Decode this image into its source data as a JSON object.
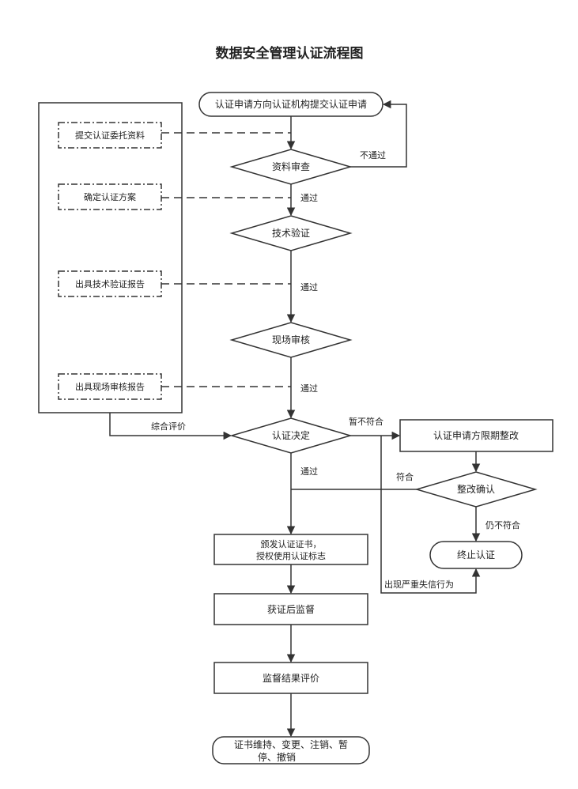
{
  "title": "数据安全管理认证流程图",
  "nodes": {
    "submit_application": "认证申请方向认证机构提交认证申请",
    "material_review": "资料审查",
    "tech_verification": "技术验证",
    "onsite_audit": "现场审核",
    "cert_decision": "认证决定",
    "rectify": "认证申请方限期整改",
    "rectify_confirm": "整改确认",
    "terminate": "终止认证",
    "issue_cert_line1": "颁发认证证书，",
    "issue_cert_line2": "授权使用认证标志",
    "post_supervision": "获证后监督",
    "supervision_eval": "监督结果评价",
    "cert_maint_line1": "证书维持、变更、注销、暂",
    "cert_maint_line2": "停、撤销"
  },
  "side_docs": {
    "doc1": "提交认证委托资料",
    "doc2": "确定认证方案",
    "doc3": "出具技术验证报告",
    "doc4": "出具现场审核报告"
  },
  "edges": {
    "fail": "不通过",
    "pass1": "通过",
    "pass2": "通过",
    "pass3": "通过",
    "pass4": "通过",
    "comprehensive_eval": "综合评价",
    "temp_nonconform": "暂不符合",
    "conform": "符合",
    "still_nonconform": "仍不符合",
    "serious_dishonesty": "出现严重失信行为"
  },
  "colors": {
    "stroke": "#333333",
    "text": "#222222",
    "background": "#ffffff"
  }
}
